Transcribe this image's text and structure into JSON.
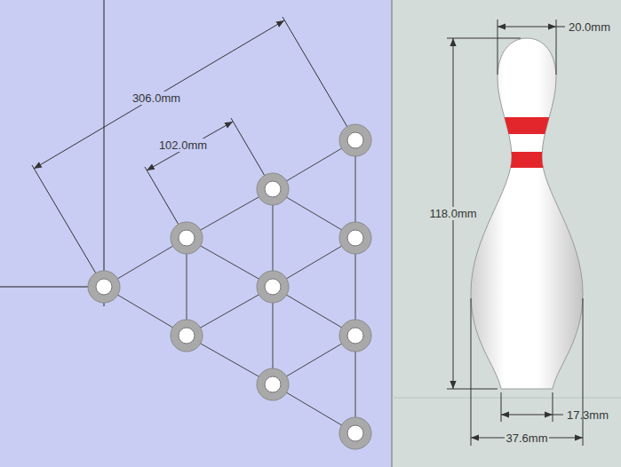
{
  "diagram": {
    "labels": [
      "306.0mm",
      "102.0mm",
      "20.0mm",
      "118.0mm",
      "17.3mm",
      "37.6mm"
    ]
  }
}
